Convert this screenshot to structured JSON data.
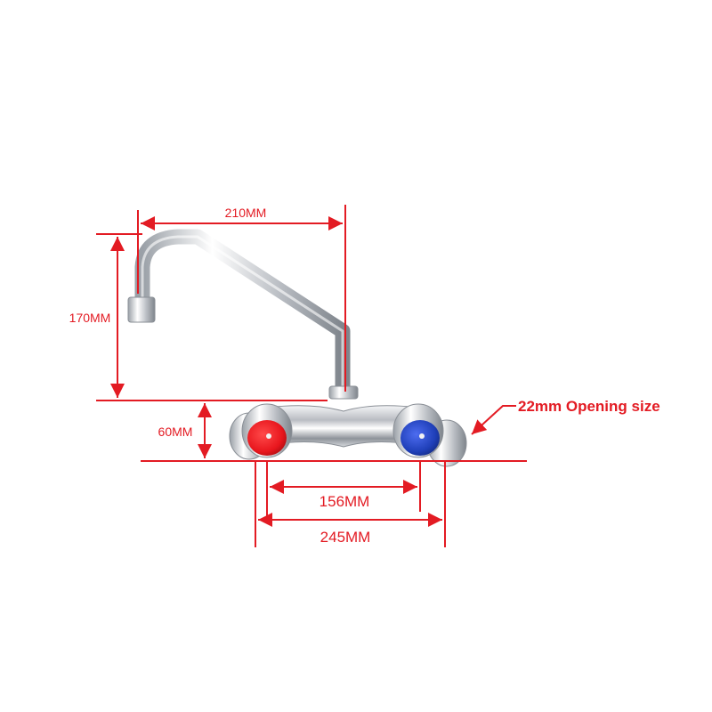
{
  "dimensions": {
    "spout_reach": "210MM",
    "spout_height": "170MM",
    "body_height": "60MM",
    "handle_spacing": "156MM",
    "overall_width": "245MM"
  },
  "opening_note": "22mm Opening size",
  "colors": {
    "dimension_line": "#e31b23",
    "hot_handle": "#e8161d",
    "cold_handle": "#1f3fb8",
    "chrome": "#c9ccd1"
  }
}
